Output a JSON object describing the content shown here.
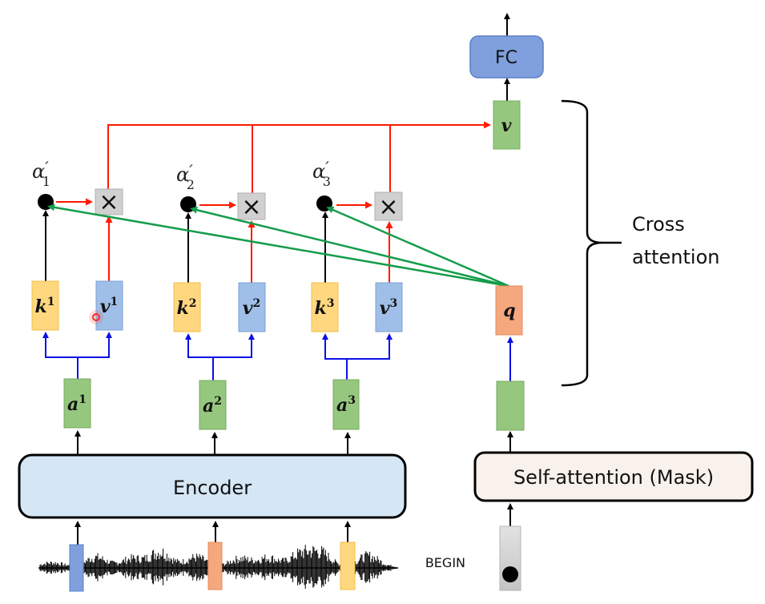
{
  "diagram": {
    "fc_label": "FC",
    "v_out_label": "v",
    "encoder_label": "Encoder",
    "self_attention_label": "Self-attention (Mask)",
    "begin_label": "BEGIN",
    "brace_label_line1": "Cross",
    "brace_label_line2": "attention",
    "query_label": "q",
    "alphas": [
      {
        "base": "α",
        "prime": "′",
        "sub": "1"
      },
      {
        "base": "α",
        "prime": "′",
        "sub": "2"
      },
      {
        "base": "α",
        "prime": "′",
        "sub": "3"
      }
    ],
    "keys": [
      {
        "base": "k",
        "sup": "1"
      },
      {
        "base": "k",
        "sup": "2"
      },
      {
        "base": "k",
        "sup": "3"
      }
    ],
    "values": [
      {
        "base": "v",
        "sup": "1"
      },
      {
        "base": "v",
        "sup": "2"
      },
      {
        "base": "v",
        "sup": "3"
      }
    ],
    "encoder_outputs": [
      {
        "base": "a",
        "sup": "1"
      },
      {
        "base": "a",
        "sup": "2"
      },
      {
        "base": "a",
        "sup": "3"
      }
    ],
    "multiply_symbol": "×",
    "colors": {
      "key_fill": "#ffd77f",
      "key_stroke": "#f2c24a",
      "value_fill": "#9fbfe8",
      "value_stroke": "#7da2d6",
      "green_fill": "#96c77f",
      "green_stroke": "#76ab5e",
      "query_fill": "#f5a77e",
      "query_stroke": "#e88b5c",
      "fc_fill": "#7f9fdd",
      "fc_stroke": "#5c7fc7",
      "encoder_fill": "#d5e6f5",
      "self_attn_fill": "#f8f1ec",
      "begin_fill": "#cfcfcf",
      "red_arrow": "#ff1a00",
      "green_arrow": "#149c4a",
      "blue_arrow": "#0a10e6",
      "mult_fill": "#d0d0d0"
    }
  }
}
